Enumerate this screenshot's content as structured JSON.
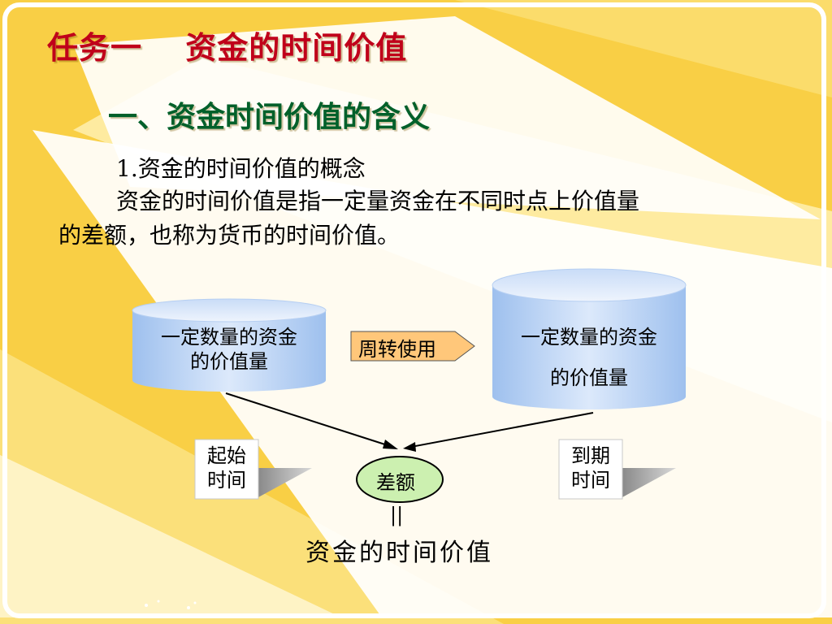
{
  "title": "任务一　 资金的时间价值",
  "subtitle": "一、资金时间价值的含义",
  "content": {
    "heading": "1.资金的时间价值的概念",
    "body_line1": "资金的时间价值是指一定量资金在不同时点上价值量",
    "body_line2": "的差额，也称为货币的时间价值。"
  },
  "diagram": {
    "left_cylinder": {
      "line1": "一定数量的资金",
      "line2": "的价值量"
    },
    "right_cylinder": {
      "line1": "一定数量的资金",
      "line2": "的价值量"
    },
    "arrow_label": "周转使用",
    "start_time": {
      "line1": "起始",
      "line2": "时间"
    },
    "end_time": {
      "line1": "到期",
      "line2": "时间"
    },
    "difference": "差额",
    "equals": "||",
    "result": "资金的时间价值"
  },
  "colors": {
    "title": "#c0001a",
    "subtitle": "#00602a",
    "background_yellow": "#f9cf45",
    "cylinder_blue": "#a8c8f2",
    "arrow_fill": "#ffc77a",
    "ellipse_fill": "#ccf0b0"
  }
}
